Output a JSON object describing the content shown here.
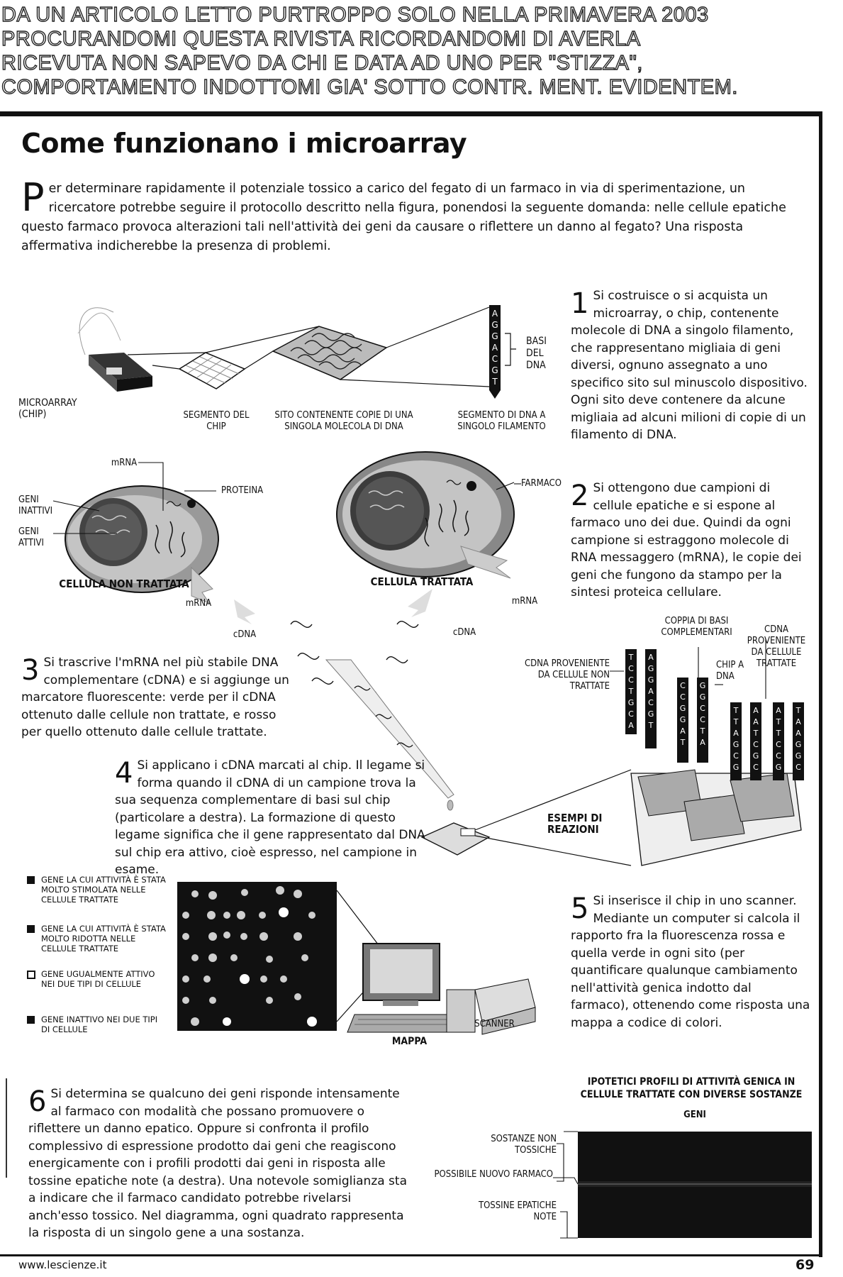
{
  "header": {
    "lines": [
      "DA UN ARTICOLO LETTO PURTROPPO SOLO NELLA PRIMAVERA 2003",
      "PROCURANDOMI QUESTA RIVISTA RICORDANDOMI DI AVERLA",
      "RICEVUTA NON SAPEVO DA CHI E DATA AD UNO PER \"STIZZA\",",
      "COMPORTAMENTO INDOTTOMI GIA' SOTTO CONTR. MENT. EVIDENTEM."
    ]
  },
  "article": {
    "title": "Come funzionano i microarray",
    "intro_dropcap": "P",
    "intro": "er determinare rapidamente il potenziale tossico a carico del fegato di un farmaco in via di sperimentazione, un ricercatore potrebbe seguire il protocollo descritto nella figura, ponendosi la seguente domanda: nelle cellule epatiche questo farmaco provoca alterazioni tali nell'attività dei geni da causare o riflettere un danno al fegato? Una risposta affermativa indicherebbe la presenza di problemi."
  },
  "steps": [
    {
      "num": "1",
      "text": "Si costruisce o si acquista un microarray, o chip, contenente molecole di DNA a singolo filamento, che rappresentano migliaia di geni diversi, ognuno assegnato a uno specifico sito sul minuscolo dispositivo. Ogni sito deve contenere da alcune migliaia ad alcuni milioni di copie di un filamento di DNA."
    },
    {
      "num": "2",
      "text": "Si ottengono due campioni di cellule epatiche e si espone al farmaco uno dei due. Quindi da ogni campione si estraggono molecole di RNA messaggero (mRNA), le copie dei geni che fungono da stampo per la sintesi proteica cellulare."
    },
    {
      "num": "3",
      "text": "Si trascrive l'mRNA nel più stabile DNA complementare (cDNA) e si aggiunge un marcatore fluorescente: verde per il cDNA ottenuto dalle cellule non trattate, e rosso per quello ottenuto dalle cellule trattate."
    },
    {
      "num": "4",
      "text": "Si applicano i cDNA marcati al chip. Il legame si forma quando il cDNA di un campione trova la sua sequenza complementare di basi sul chip (particolare a destra). La formazione di questo legame significa che il gene rappresentato dal DNA sul chip era attivo, cioè espresso, nel campione in esame."
    },
    {
      "num": "5",
      "text": "Si inserisce il chip in uno scanner. Mediante un computer si calcola il rapporto fra la fluorescenza rossa e quella verde in ogni sito (per quantificare qualunque cambiamento nell'attività genica indotto dal farmaco), ottenendo come risposta una mappa a codice di colori."
    },
    {
      "num": "6",
      "text": "Si determina se qualcuno dei geni risponde intensamente al farmaco con modalità che possano promuovere o riflettere un danno epatico. Oppure si confronta il profilo complessivo di espressione prodotto dai geni che reagiscono energicamente con i profili prodotti dai geni in risposta alle tossine epatiche note (a destra). Una notevole somiglianza sta a indicare che il farmaco candidato potrebbe rivelarsi anch'esso tossico. Nel diagramma, ogni quadrato rappresenta la risposta di un singolo gene a una sostanza."
    }
  ],
  "labels": {
    "microarray": "MICROARRAY (CHIP)",
    "segment_chip": "SEGMENTO DEL CHIP",
    "site_copies": "SITO CONTENENTE COPIE DI UNA SINGOLA MOLECOLA DI DNA",
    "segment_dna": "SEGMENTO DI DNA A SINGOLO FILAMENTO",
    "dna_bases": "BASI DEL DNA",
    "dna_letters": [
      "A",
      "G",
      "G",
      "A",
      "C",
      "G",
      "T"
    ],
    "mrna": "mRNA",
    "proteina": "PROTEINA",
    "geni_inattivi": "GENI INATTIVI",
    "geni_attivi": "GENI ATTIVI",
    "farmaco": "FARMACO",
    "cellula_non_trattata": "CELLULA NON TRATTATA",
    "cellula_trattata": "CELLULA TRATTATA",
    "cdna": "cDNA",
    "coppia_basi": "COPPIA DI BASI COMPLEMENTARI",
    "cdna_treated": "cDNA PROVENIENTE DA CELLULE TRATTATE",
    "cdna_untreated": "cDNA PROVENIENTE DA CELLULE NON TRATTATE",
    "chip_dna": "CHIP A DNA",
    "esempi": "ESEMPI DI REAZIONI",
    "scanner": "SCANNER",
    "mappa": "MAPPA",
    "profiles_title": "IPOTETICI PROFILI DI ATTIVITÀ GENICA IN CELLULE TRATTATE CON DIVERSE SOSTANZE",
    "geni": "GENI",
    "sostanze_non_tossiche": "SOSTANZE NON TOSSICHE",
    "possibile_farmaco": "POSSIBILE NUOVO FARMACO",
    "tossine_note": "TOSSINE EPATICHE NOTE"
  },
  "legend": [
    {
      "text": "GENE LA CUI ATTIVITÀ È STATA MOLTO STIMOLATA NELLE CELLULE TRATTATE"
    },
    {
      "text": "GENE LA CUI ATTIVITÀ È STATA MOLTO RIDOTTA NELLE CELLULE TRATTATE"
    },
    {
      "text": "GENE UGUALMENTE ATTIVO NEI DUE TIPI DI CELLULE"
    },
    {
      "text": "GENE INATTIVO NEI DUE TIPI DI CELLULE"
    }
  ],
  "footer": {
    "url": "www.lescienze.it",
    "page": "69"
  }
}
